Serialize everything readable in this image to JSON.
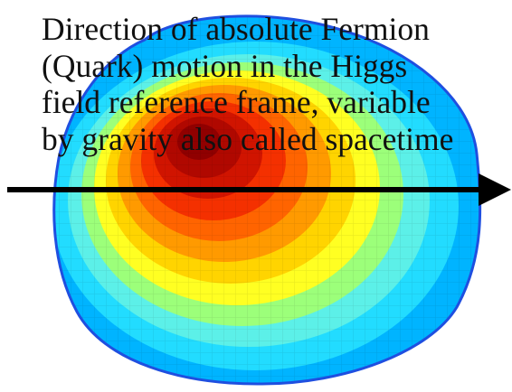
{
  "caption": {
    "lines": [
      "Direction of absolute Fermion",
      "(Quark) motion in the Higgs",
      "field reference frame, variable",
      "by gravity also called spacetime"
    ]
  },
  "colors": {
    "background": "#ffffff",
    "arrow": "#000000",
    "text": "#111111",
    "outline": "#1f4fe0",
    "heatmap_scale": [
      "#00008f",
      "#0050ff",
      "#00c8ff",
      "#60ffa0",
      "#ffff00",
      "#ff9900",
      "#ff2a00",
      "#a00000"
    ]
  },
  "figure": {
    "heatmap": "blob-shaped density map, hottest region toward the upper left of centre",
    "arrow_icon": "right-arrow-icon"
  }
}
